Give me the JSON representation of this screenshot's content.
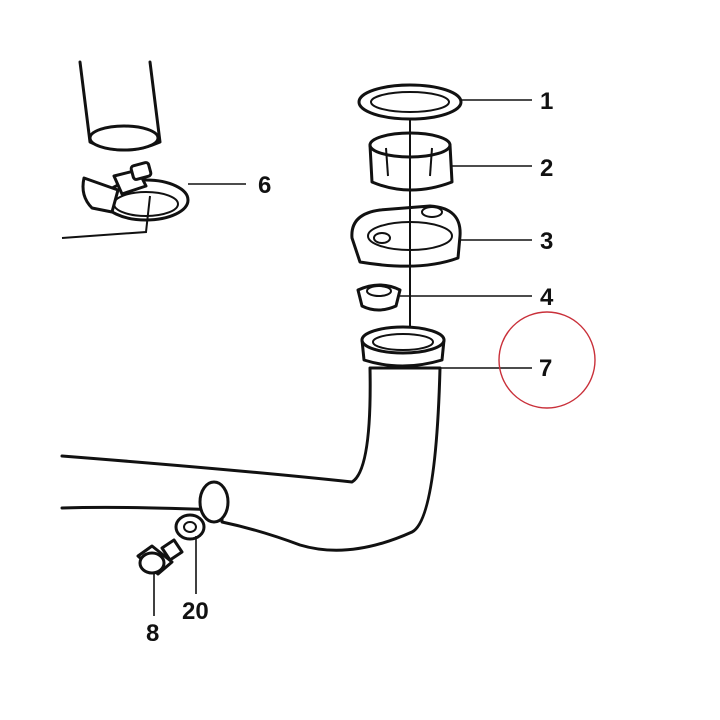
{
  "callouts": {
    "c1": "1",
    "c2": "2",
    "c3": "3",
    "c4": "4",
    "c6": "6",
    "c7": "7",
    "c8": "8",
    "c20": "20"
  },
  "highlight": {
    "target": "7",
    "color": "#c9303a"
  }
}
